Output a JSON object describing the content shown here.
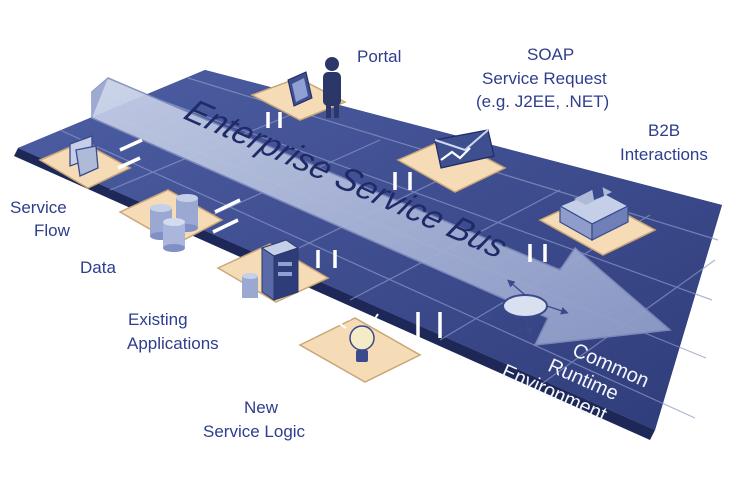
{
  "diagram": {
    "bus_title": "Enterprise Service Bus",
    "runtime_label": [
      "Common",
      "Runtime",
      "Environment"
    ],
    "labels": {
      "portal": [
        "Portal"
      ],
      "soap": [
        "SOAP",
        "Service Request",
        "(e.g. J2EE, .NET)"
      ],
      "b2b": [
        "B2B",
        "Interactions"
      ],
      "service_flow": [
        "Service",
        "Flow"
      ],
      "data": [
        "Data"
      ],
      "existing_apps": [
        "Existing",
        "Applications"
      ],
      "new_logic": [
        "New",
        "Service Logic"
      ]
    },
    "icons": [
      "monitor-icon",
      "person-icon",
      "envelope-icon",
      "factory-icon",
      "flow-icon",
      "database-icon",
      "server-icon",
      "lightbulb-icon"
    ],
    "colors": {
      "platform": "#3a4a8c",
      "tile": "#5669ad",
      "pad": "#f6dcb6",
      "arrow": "#aebad8",
      "label": "#2e3d8e"
    }
  }
}
